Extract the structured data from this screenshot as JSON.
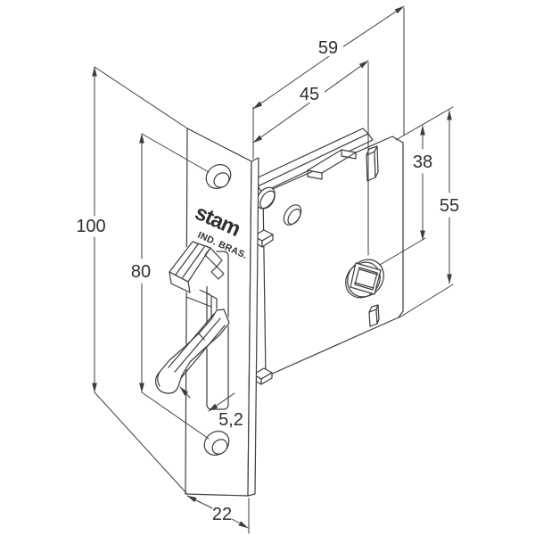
{
  "drawing": {
    "brand": {
      "logo": "stam",
      "origin_text": "IND. BRAS."
    },
    "dimensions": {
      "overall_height": {
        "label": "100"
      },
      "screw_hole_spacing": {
        "label": "80"
      },
      "overall_depth": {
        "label": "59"
      },
      "backset": {
        "label": "45"
      },
      "spindle_offset": {
        "label": "38"
      },
      "body_height": {
        "label": "55"
      },
      "slot_width": {
        "label": "5,2"
      },
      "faceplate_width": {
        "label": "22"
      }
    },
    "colors": {
      "background": "#ffffff",
      "line": "#3d3d3d",
      "text": "#2f2f2f"
    }
  }
}
